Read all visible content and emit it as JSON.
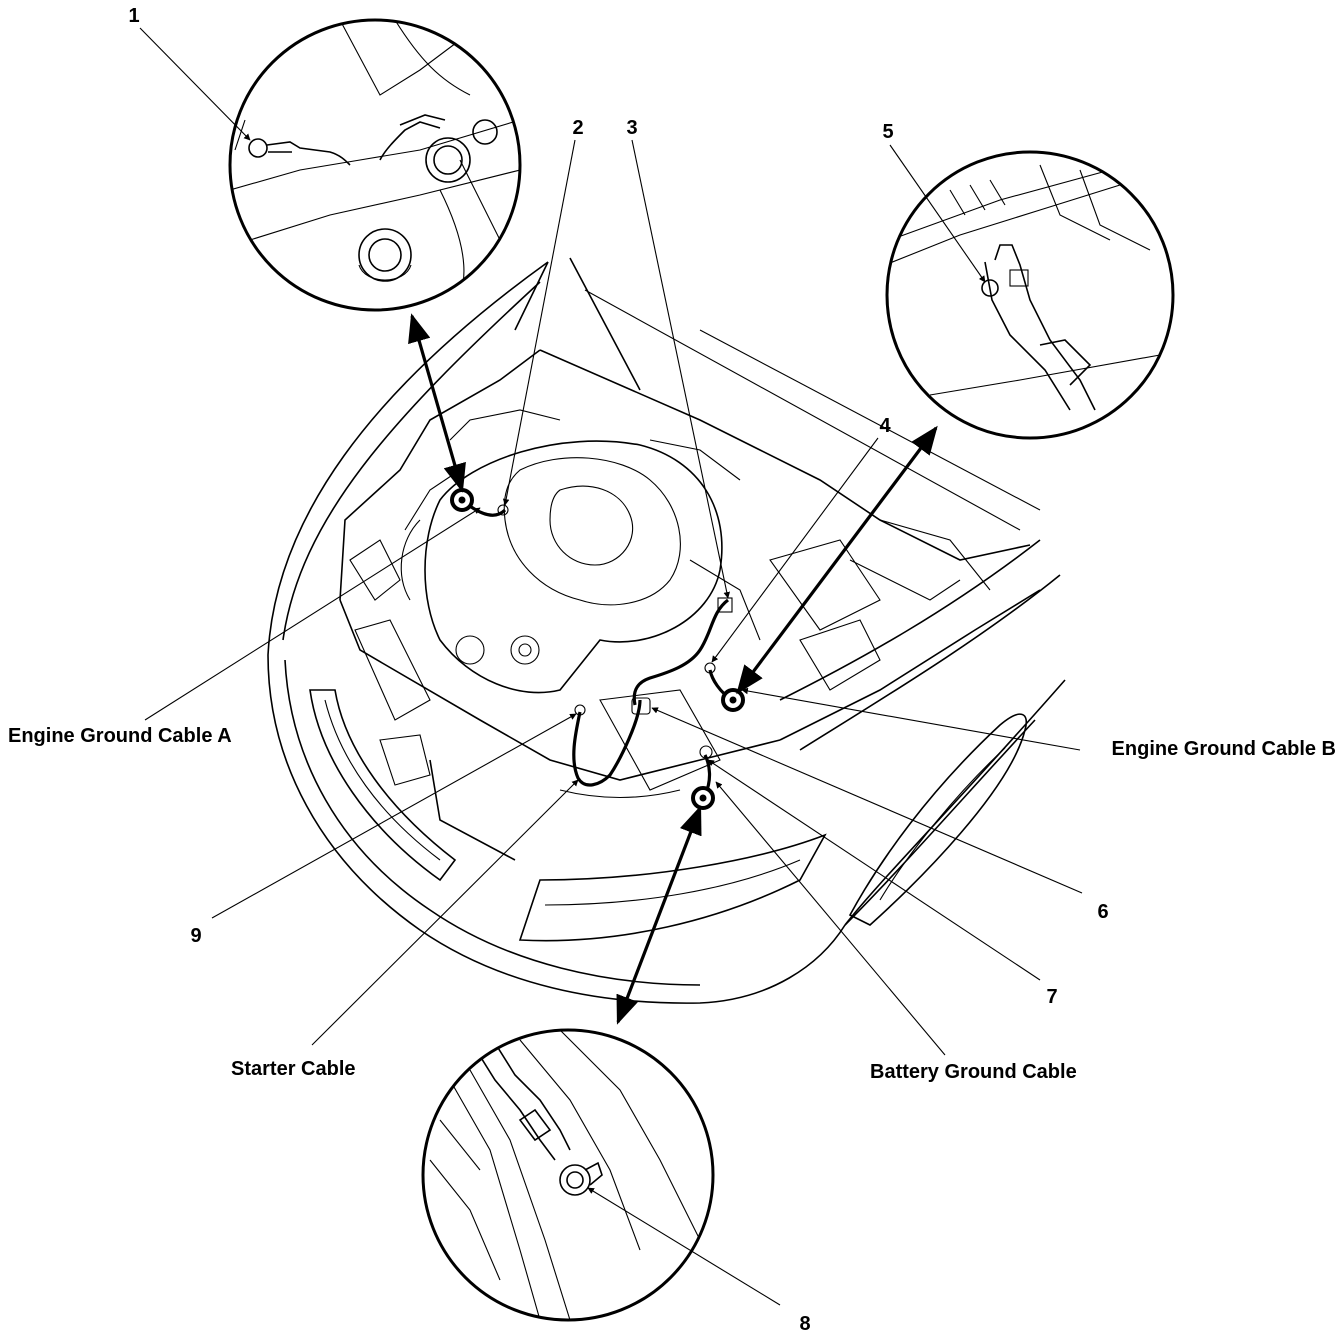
{
  "callouts": {
    "n1": "1",
    "n2": "2",
    "n3": "3",
    "n4": "4",
    "n5": "5",
    "n6": "6",
    "n7": "7",
    "n8": "8",
    "n9": "9"
  },
  "labels": {
    "engine_ground_cable_a": "Engine Ground Cable A",
    "engine_ground_cable_b": "Engine Ground Cable B",
    "starter_cable": "Starter Cable",
    "battery_ground_cable": "Battery Ground Cable"
  },
  "colors": {
    "ink": "#000000",
    "paper": "#ffffff"
  }
}
